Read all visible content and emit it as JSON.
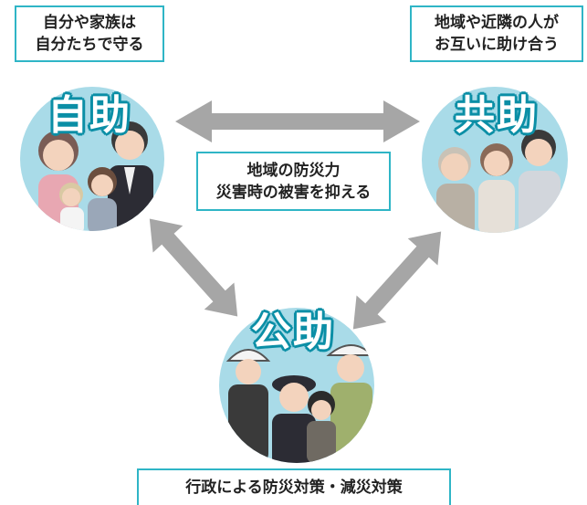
{
  "self_help": {
    "title": "自助",
    "caption_line1": "自分や家族は",
    "caption_line2": "自分たちで守る"
  },
  "mutual_help": {
    "title": "共助",
    "caption_line1": "地域や近隣の人が",
    "caption_line2": "お互いに助け合う"
  },
  "public_help": {
    "title": "公助",
    "caption": "行政による防災対策・減災対策"
  },
  "center": {
    "line1": "地域の防災力",
    "line2": "災害時の被害を抑える"
  },
  "colors": {
    "accent": "#2fb5c6",
    "circle_bg": "#a9dbe8",
    "arrow": "#a6a6a6"
  }
}
